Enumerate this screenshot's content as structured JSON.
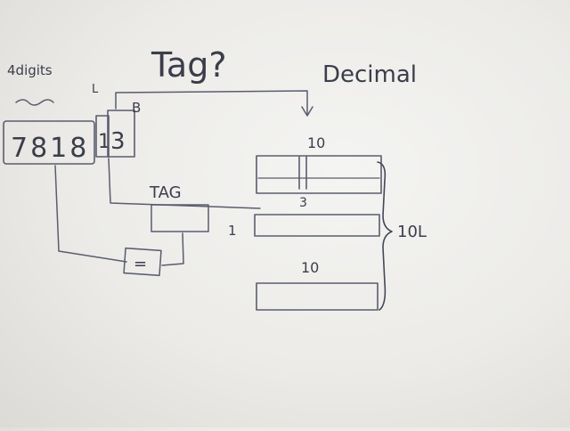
{
  "title": "Tag?",
  "top_right_label": "Decimal",
  "top_left_label": "4digits",
  "number_digits": "7818",
  "second_digit": "1",
  "third_digit": "3",
  "l_label": "L",
  "b_label": "B",
  "tag_label": "TAG",
  "equals_symbol": "=",
  "rows": [
    {
      "label": "10",
      "has_divider": true
    },
    {
      "label": "3",
      "has_divider": false
    },
    {
      "label": "1",
      "has_divider": false
    },
    {
      "label": "10",
      "has_divider": false
    }
  ],
  "brace_label": "10L"
}
